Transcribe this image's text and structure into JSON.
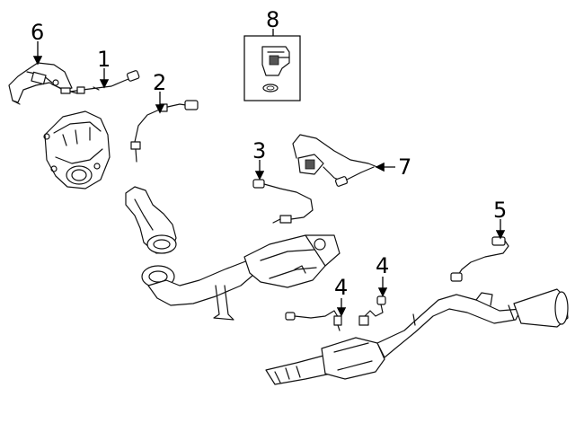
{
  "callouts": {
    "c1": "1",
    "c2": "2",
    "c3": "3",
    "c4a": "4",
    "c4b": "4",
    "c5": "5",
    "c6": "6",
    "c7": "7",
    "c8": "8"
  },
  "colors": {
    "line": "#111111",
    "background": "#ffffff",
    "shade": "#d9d9d9"
  }
}
